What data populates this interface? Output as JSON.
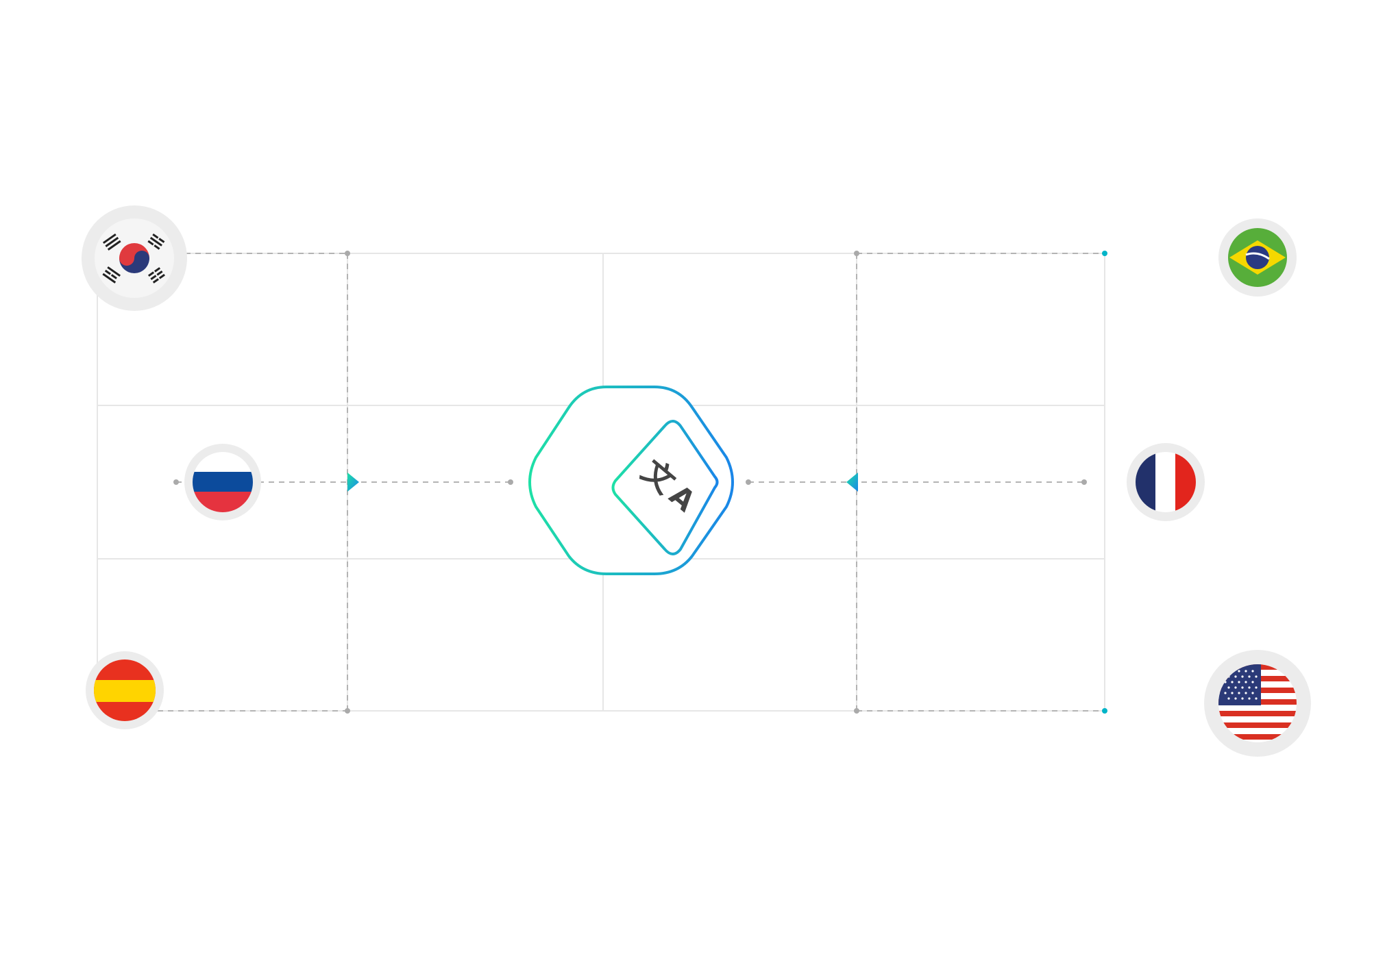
{
  "diagram": {
    "center_logo": {
      "icon": "translate-icon",
      "glyph_primary": "文",
      "glyph_secondary": "A",
      "gradient_start": "#1ee0a6",
      "gradient_end": "#1a86e8"
    },
    "arrow_color": "#00b4c8",
    "grid_color": "#e6e6e6",
    "dash_color": "#b3b3b3",
    "flags": [
      {
        "name": "south-korea",
        "icon": "south-korea-flag-icon"
      },
      {
        "name": "russia",
        "icon": "russia-flag-icon"
      },
      {
        "name": "spain",
        "icon": "spain-flag-icon"
      },
      {
        "name": "brazil",
        "icon": "brazil-flag-icon"
      },
      {
        "name": "france",
        "icon": "france-flag-icon"
      },
      {
        "name": "usa",
        "icon": "usa-flag-icon"
      }
    ]
  }
}
